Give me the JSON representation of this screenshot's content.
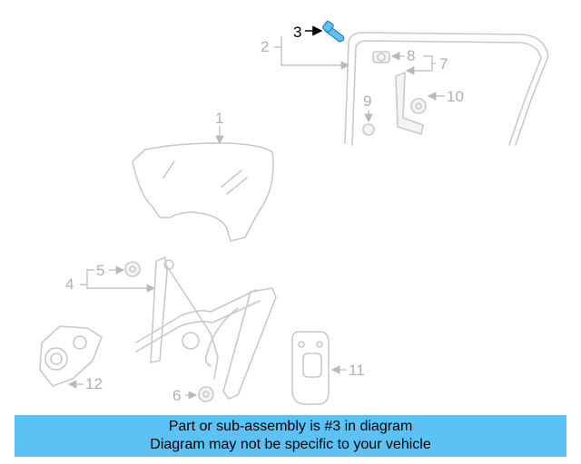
{
  "callouts": {
    "n1": "1",
    "n2": "2",
    "n3": "3",
    "n4": "4",
    "n5": "5",
    "n6": "6",
    "n7": "7",
    "n8": "8",
    "n9": "9",
    "n10": "10",
    "n11": "11",
    "n12": "12"
  },
  "highlight": {
    "part": "3",
    "color": "#5bc2f3"
  },
  "banner": {
    "line1": "Part or sub-assembly is #3 in diagram",
    "line2": "Diagram may not be specific to your vehicle",
    "background": "#5bc2f3"
  }
}
